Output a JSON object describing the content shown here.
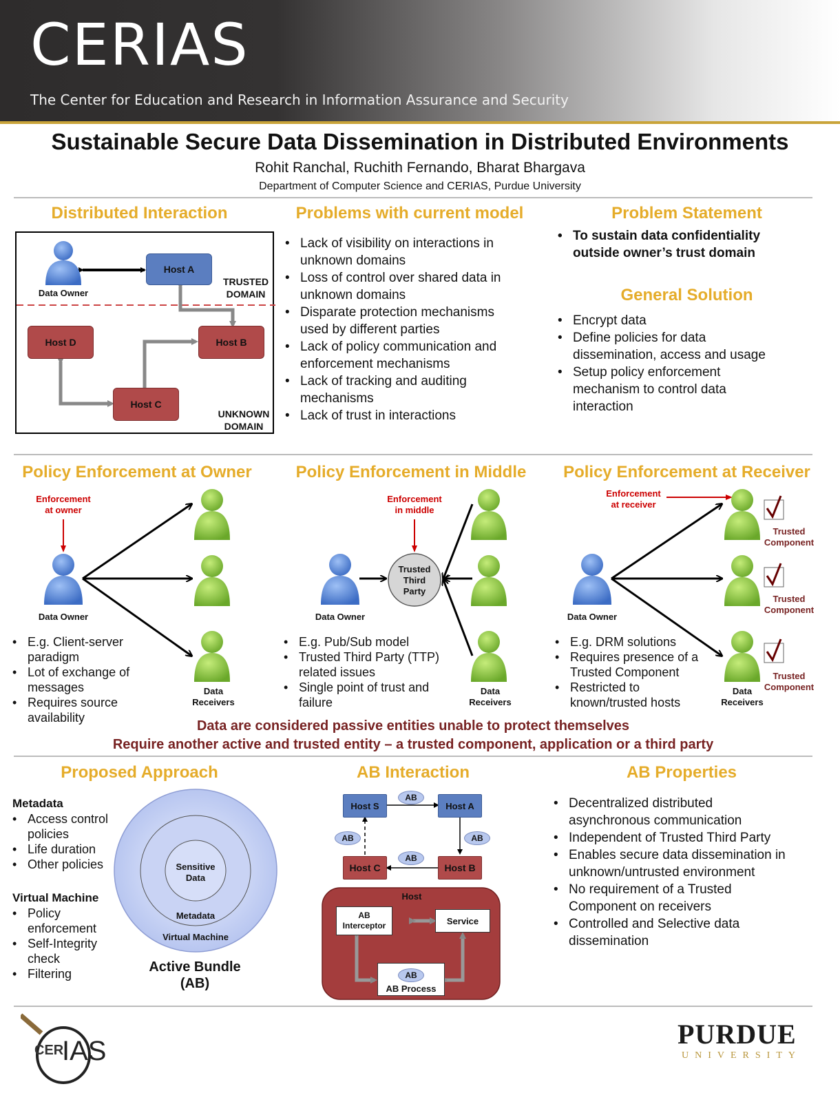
{
  "header": {
    "brand": "CERIAS",
    "tagline": "The Center for Education and Research in Information Assurance and Security"
  },
  "poster": {
    "title": "Sustainable Secure Data Dissemination in Distributed Environments",
    "authors": "Rohit Ranchal, Ruchith Fernando, Bharat Bhargava",
    "affiliation": "Department of Computer Science and CERIAS, Purdue University"
  },
  "distributed_interaction": {
    "heading": "Distributed Interaction",
    "data_owner": "Data Owner",
    "host_a": "Host A",
    "host_b": "Host B",
    "host_c": "Host C",
    "host_d": "Host D",
    "trusted_line1": "TRUSTED",
    "trusted_line2": "DOMAIN",
    "unknown_line1": "UNKNOWN",
    "unknown_line2": "DOMAIN"
  },
  "problems": {
    "heading": "Problems with current model",
    "items": [
      [
        "Lack of visibility on interactions in",
        "unknown domains"
      ],
      [
        "Loss of control over shared data in",
        "unknown domains"
      ],
      [
        "Disparate protection mechanisms",
        "used by different parties"
      ],
      [
        "Lack of policy communication and",
        "enforcement mechanisms"
      ],
      [
        "Lack of tracking and auditing",
        "mechanisms"
      ],
      [
        "Lack of trust in interactions"
      ]
    ]
  },
  "problem_statement": {
    "heading": "Problem Statement",
    "line1": "To sustain data confidentiality",
    "line2": "outside owner’s trust domain"
  },
  "general_solution": {
    "heading": "General Solution",
    "items": [
      [
        "Encrypt data"
      ],
      [
        "Define policies for data",
        "dissemination, access and usage"
      ],
      [
        "Setup policy enforcement",
        "mechanism to control data",
        "interaction"
      ]
    ]
  },
  "pe_owner": {
    "heading": "Policy Enforcement at Owner",
    "enf1": "Enforcement",
    "enf2": "at owner",
    "owner": "Data Owner",
    "recv1": "Data",
    "recv2": "Receivers",
    "items": [
      [
        "E.g. Client-server",
        "paradigm"
      ],
      [
        "Lot of exchange of",
        "messages"
      ],
      [
        "Requires source",
        "availability"
      ]
    ]
  },
  "pe_middle": {
    "heading": "Policy Enforcement in Middle",
    "enf1": "Enforcement",
    "enf2": "in middle",
    "ttp1": "Trusted",
    "ttp2": "Third",
    "ttp3": "Party",
    "owner": "Data Owner",
    "recv1": "Data",
    "recv2": "Receivers",
    "items": [
      [
        "E.g. Pub/Sub model"
      ],
      [
        "Trusted Third Party (TTP)",
        "related issues"
      ],
      [
        "Single point of trust and",
        "failure"
      ]
    ]
  },
  "pe_receiver": {
    "heading": "Policy Enforcement at Receiver",
    "enf1": "Enforcement",
    "enf2": "at receiver",
    "owner": "Data Owner",
    "tc1": "Trusted",
    "tc2": "Component",
    "recv1": "Data",
    "recv2": "Receivers",
    "items": [
      [
        "E.g. DRM solutions"
      ],
      [
        "Requires presence of a",
        "Trusted Component"
      ],
      [
        "Restricted to",
        "known/trusted hosts"
      ]
    ]
  },
  "passive": {
    "line1": "Data are considered passive entities unable to protect themselves",
    "line2": "Require another active and trusted entity – a trusted component, application or a third party"
  },
  "proposed": {
    "heading": "Proposed Approach",
    "metadata_head": "Metadata",
    "metadata_items": [
      [
        "Access control",
        "policies"
      ],
      [
        "Life duration"
      ],
      [
        "Other policies"
      ]
    ],
    "vm_head": "Virtual Machine",
    "vm_items": [
      [
        "Policy",
        "enforcement"
      ],
      [
        "Self-Integrity",
        "check"
      ],
      [
        "Filtering"
      ]
    ],
    "ring_sensitive1": "Sensitive",
    "ring_sensitive2": "Data",
    "ring_metadata": "Metadata",
    "ring_vm": "Virtual Machine",
    "bundle1": "Active Bundle",
    "bundle2": "(AB)"
  },
  "ab_interaction": {
    "heading": "AB Interaction",
    "host_s": "Host S",
    "host_a": "Host A",
    "host_b": "Host B",
    "host_c": "Host C",
    "ab": "AB",
    "host": "Host",
    "interceptor1": "AB",
    "interceptor2": "Interceptor",
    "service": "Service",
    "process": "AB Process"
  },
  "ab_properties": {
    "heading": "AB Properties",
    "items": [
      [
        "Decentralized distributed",
        "asynchronous communication"
      ],
      [
        "Independent of Trusted Third Party"
      ],
      [
        "Enables secure data dissemination in",
        "unknown/untrusted environment"
      ],
      [
        "No requirement of a Trusted",
        "Component on receivers"
      ],
      [
        "Controlled and Selective data",
        "dissemination"
      ]
    ]
  },
  "footer": {
    "logo_left_a": "CER",
    "logo_left_b": "IAS",
    "purdue": "PURDUE",
    "university": "UNIVERSITY"
  },
  "colors": {
    "accent_gold": "#e5ac2a",
    "host_blue": "#5b7ec0",
    "host_red": "#b04a4a",
    "user_green": "#8cc63e",
    "user_blue": "#5b8ad6",
    "enforcement_red": "#cc0000",
    "passive_text": "#772222"
  }
}
